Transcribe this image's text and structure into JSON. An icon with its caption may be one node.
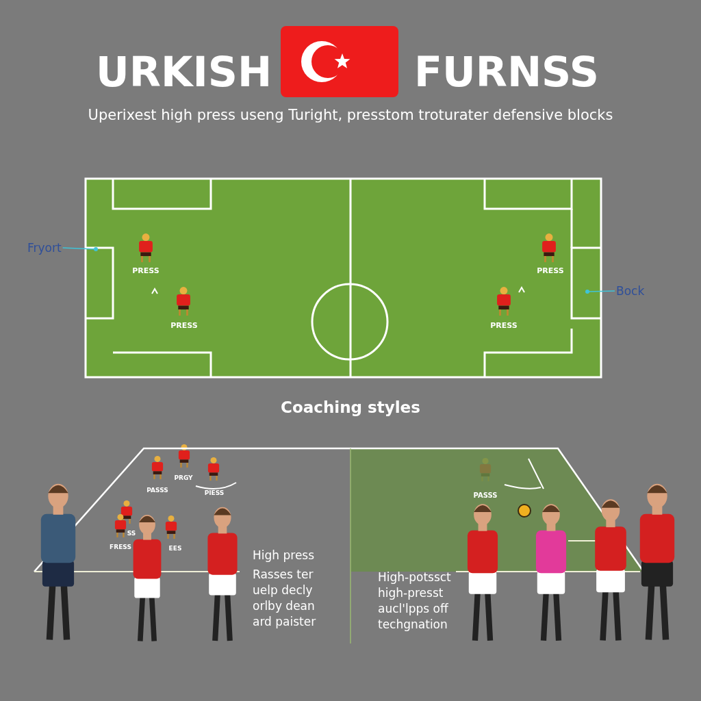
{
  "diagram": {
    "nodes": [
      {
        "text": [
          "Fryort"
        ]
      },
      {
        "text": [
          "Bock"
        ]
      }
    ],
    "edges": [
      {
        "from": 0,
        "to": null,
        "arrow": "other"
      },
      {
        "from": 1,
        "to": null,
        "arrow": "other"
      }
    ],
    "labels": [
      "URKISH",
      "FURNSS",
      "Uperixest high press useng Turight, presstom troturater defensive blocks",
      "PRESS",
      "PRESS",
      "PRESS",
      "PRESS",
      "Coaching styles",
      "PRGY",
      "PASSS",
      "PIESS",
      "SS",
      "FRESS",
      "EES",
      "PASSS",
      "High press",
      "Rasses ter uelp decly orlby dean ard paister",
      "High-potssct high-presst aucl'lpps off techgnation"
    ]
  }
}
